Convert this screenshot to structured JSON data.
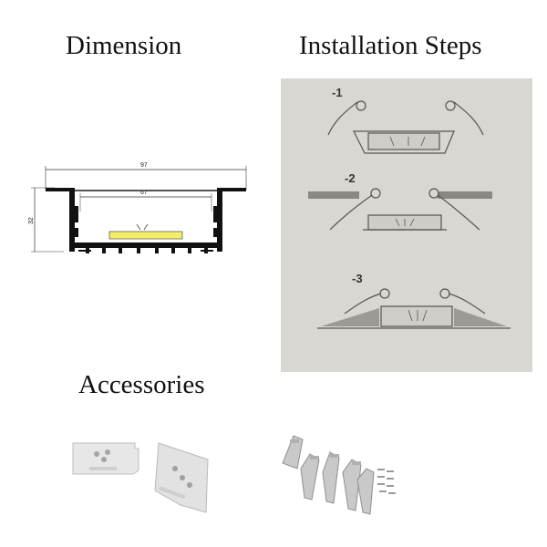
{
  "headings": {
    "dimension": "Dimension",
    "installation": "Installation Steps",
    "accessories": "Accessories"
  },
  "dimension": {
    "width_outer": "97",
    "width_inner": "67",
    "height": "32"
  },
  "installation": {
    "steps": [
      "-1",
      "-2",
      "-3"
    ]
  },
  "colors": {
    "profile": "#111111",
    "led_strip": "#f6ee6a",
    "card_background": "#d9d7d2",
    "end_cap": "#e7e7e7",
    "clip_metal": "#c9c9c9"
  }
}
